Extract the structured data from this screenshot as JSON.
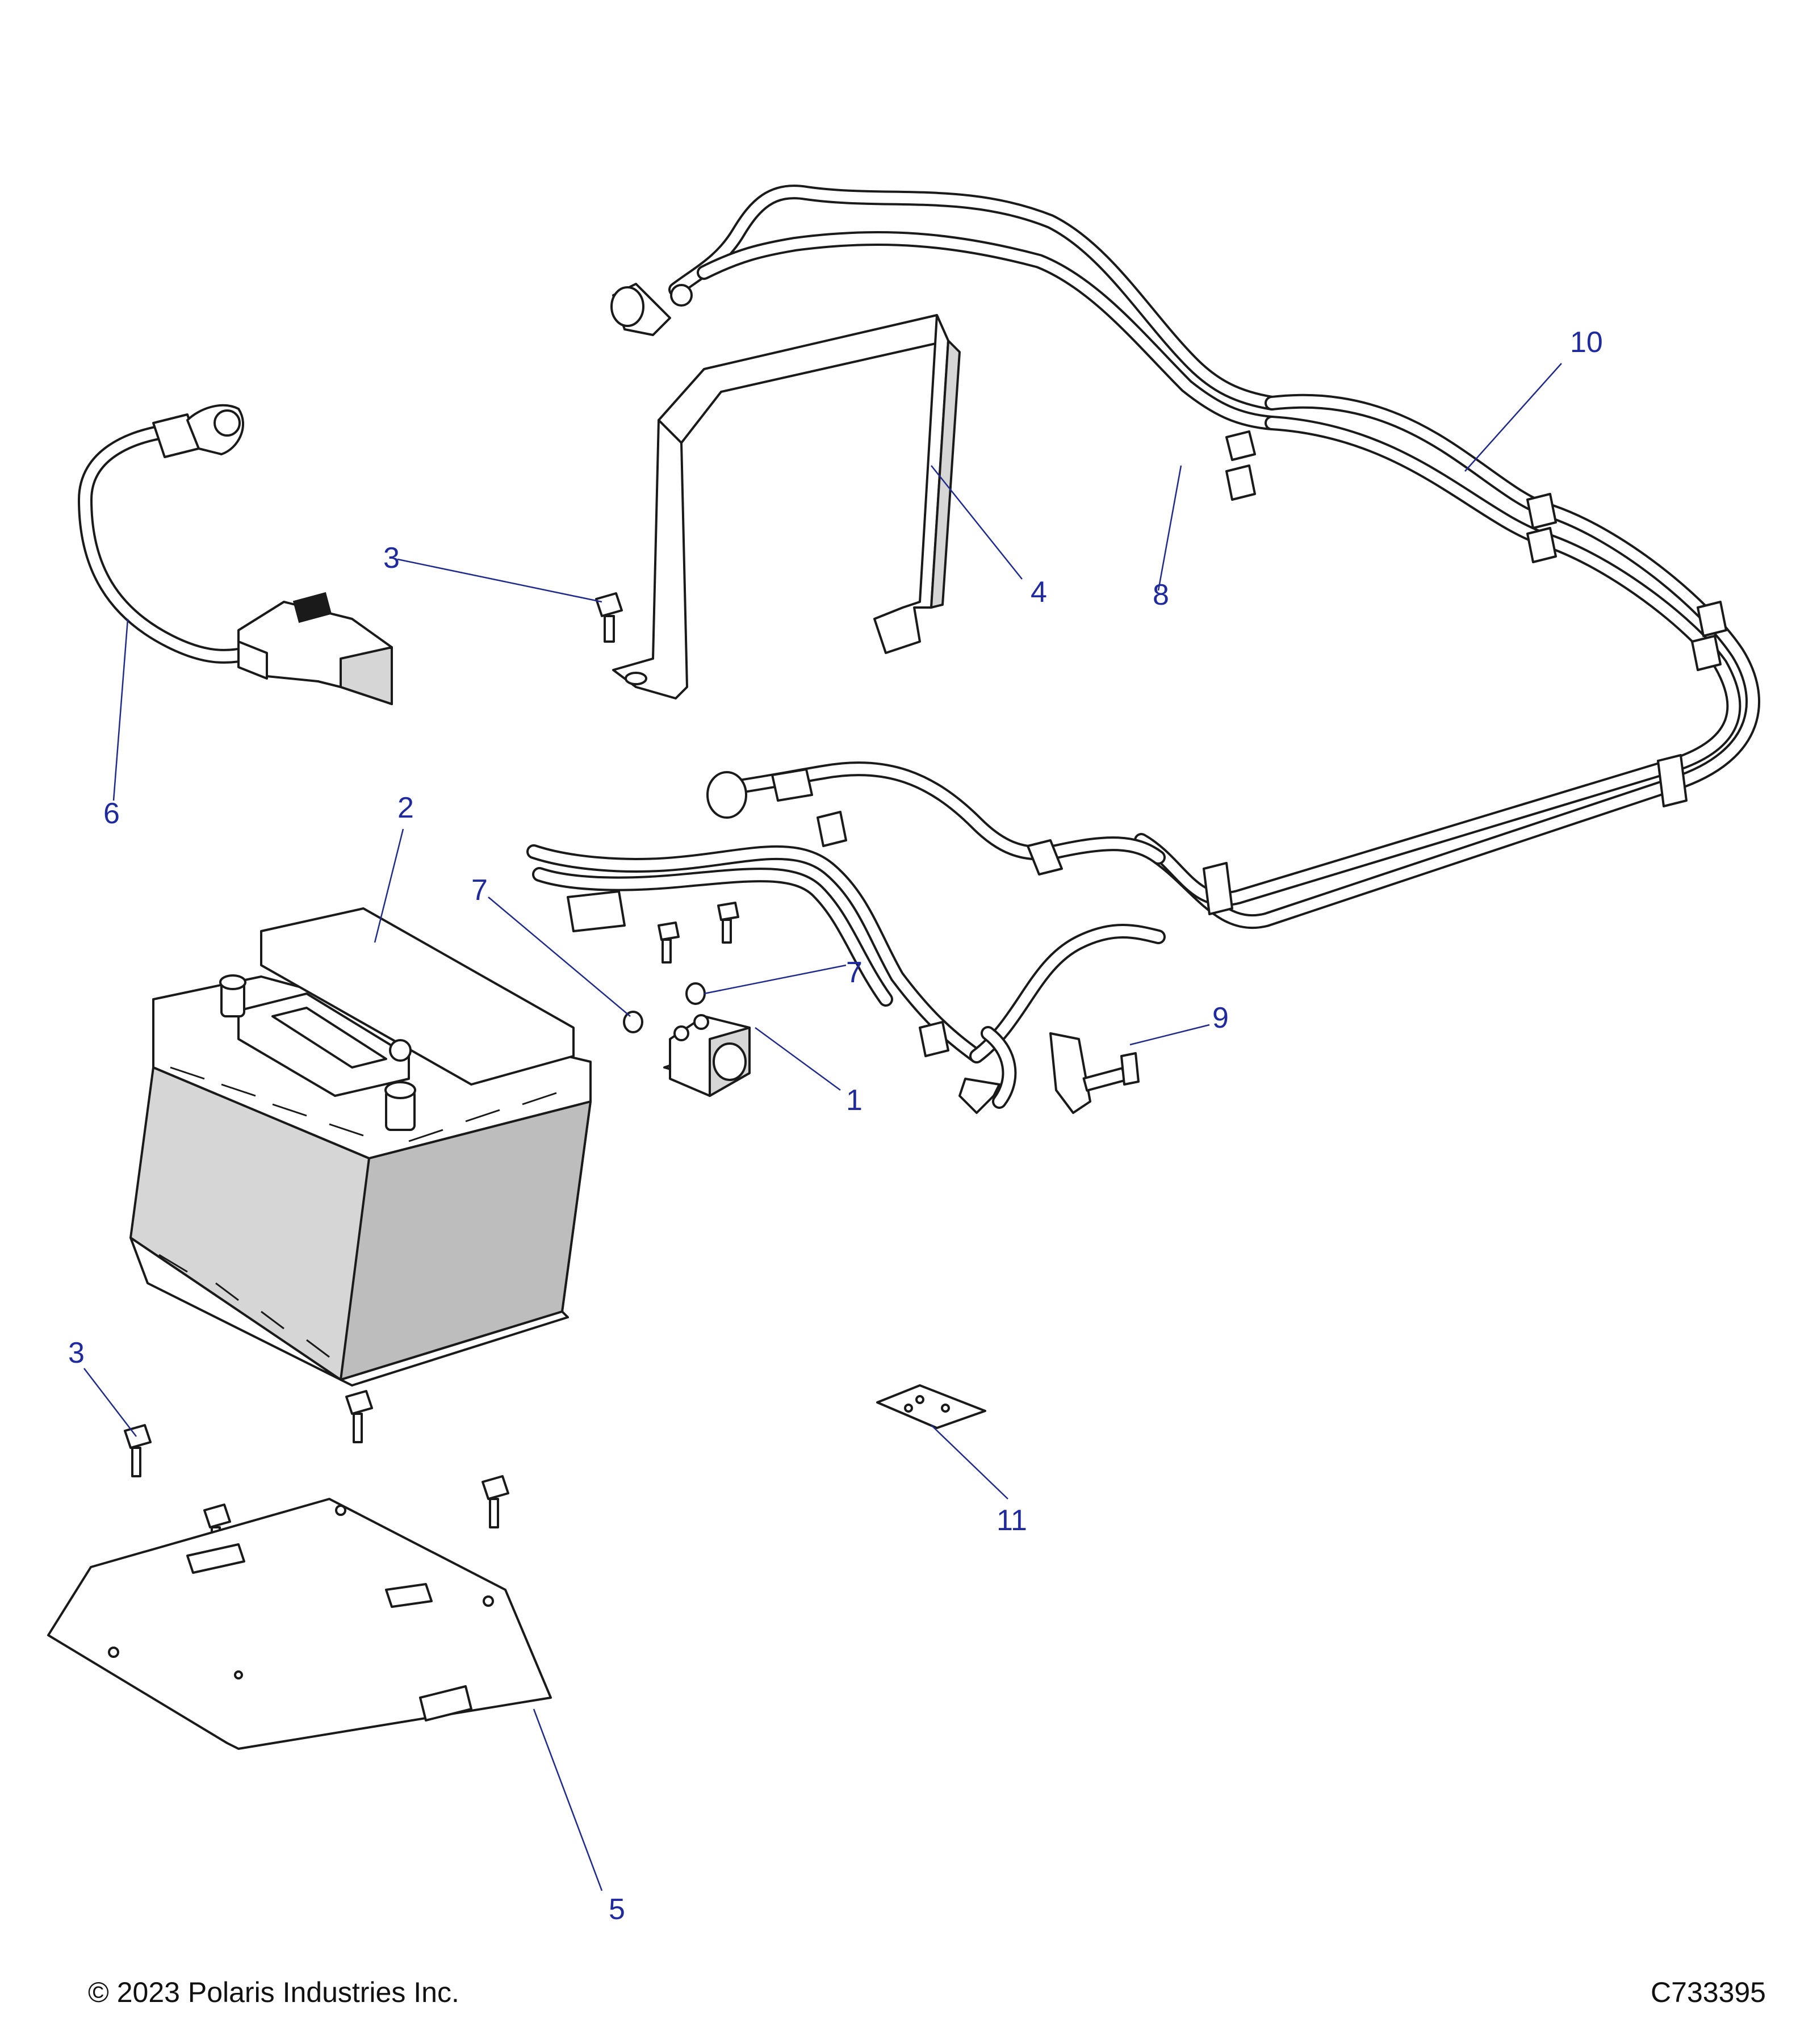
{
  "callouts": {
    "c1": "1",
    "c2": "2",
    "c3a": "3",
    "c3b": "3",
    "c4": "4",
    "c5": "5",
    "c6": "6",
    "c7a": "7",
    "c7b": "7",
    "c8": "8",
    "c9": "9",
    "c10": "10",
    "c11": "11"
  },
  "footer": {
    "copyright": "© 2023 Polaris Industries Inc.",
    "drawing_id": "C733395"
  },
  "colors": {
    "callout": "#1f2a9f",
    "line": "#1a1a1a",
    "shade": "#d6d6d6"
  }
}
